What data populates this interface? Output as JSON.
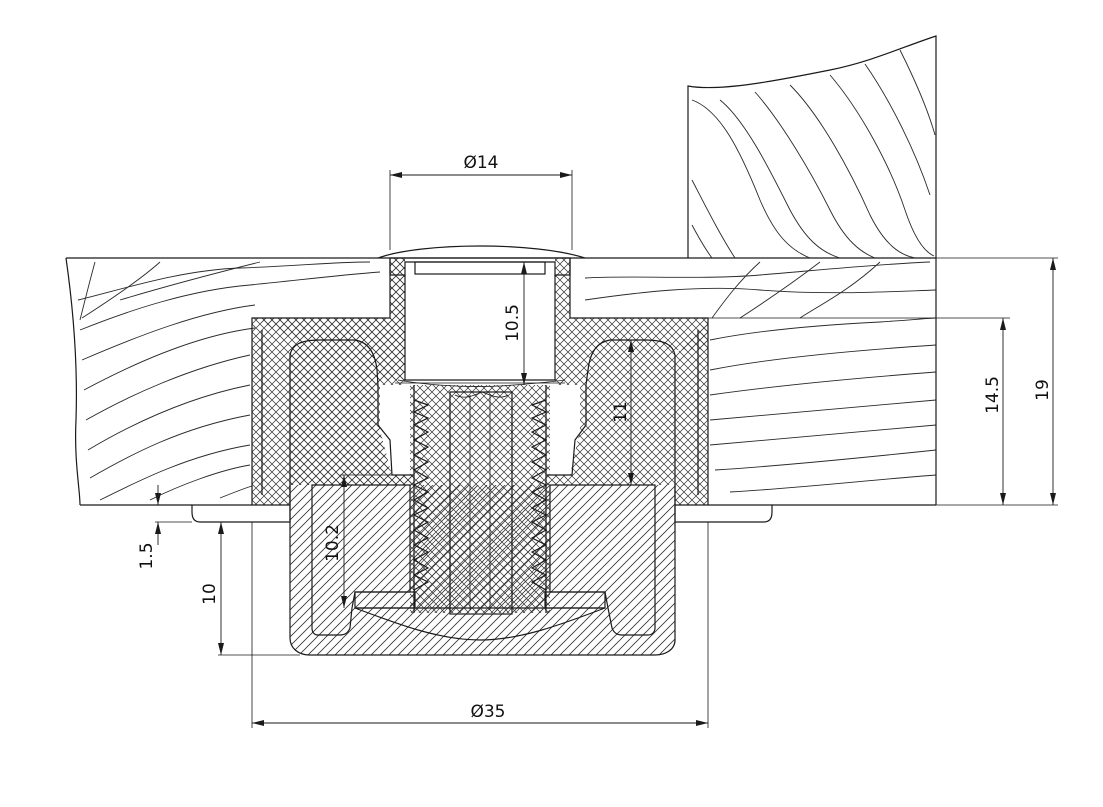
{
  "dimensions": {
    "d14": "Ø14",
    "d35": "Ø35",
    "h10_5": "10.5",
    "h11": "11",
    "h14_5": "14.5",
    "h19": "19",
    "h10_2": "10.2",
    "h1_5": "1.5",
    "h10": "10"
  }
}
